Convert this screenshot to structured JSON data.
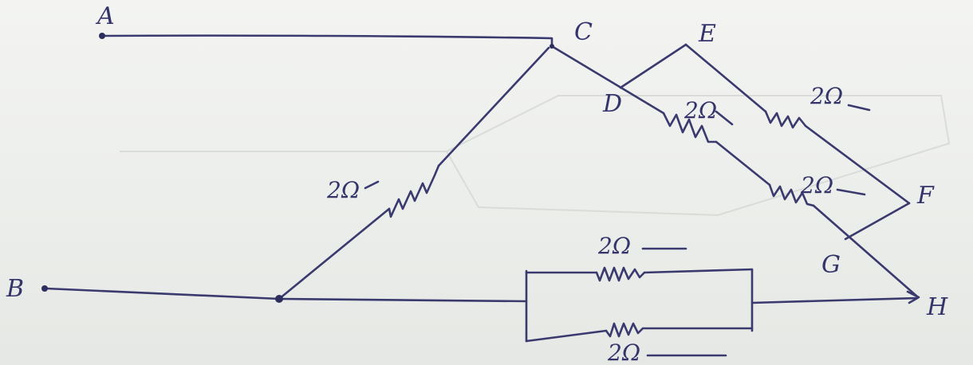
{
  "diagram": {
    "nodes": {
      "A": "A",
      "B": "B",
      "C": "C",
      "D": "D",
      "E": "E",
      "F": "F",
      "G": "G",
      "H": "H"
    },
    "resistor_label": "2Ω",
    "resistor_labels": {
      "BC": "2Ω",
      "DF_upper": "2Ω",
      "EF": "2Ω",
      "DH": "2Ω",
      "BH_top": "2Ω",
      "BH_bottom": "2Ω"
    }
  }
}
